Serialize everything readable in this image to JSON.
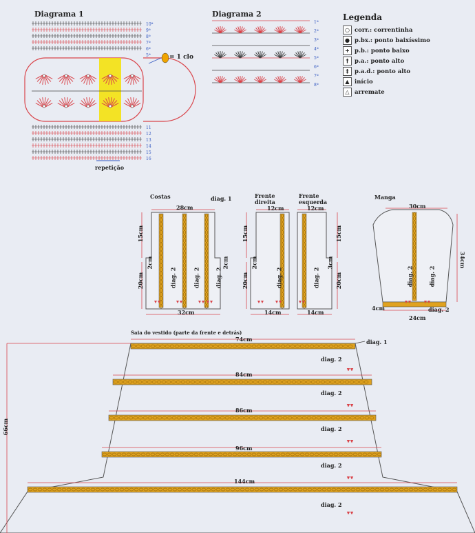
{
  "diagram1": {
    "title": "Diagrama 1",
    "clo_label": "= 1 clo",
    "repeat_label": "repetição",
    "row_numbers_top": [
      "10ª",
      "9ª",
      "8ª",
      "7ª",
      "6ª",
      "5ª"
    ],
    "row_numbers_bottom": [
      "11",
      "12",
      "13",
      "14",
      "15",
      "16"
    ]
  },
  "diagram2": {
    "title": "Diagrama 2",
    "row_numbers": [
      "1ª",
      "2ª",
      "3ª",
      "4ª",
      "5ª",
      "6ª",
      "7ª",
      "8ª"
    ]
  },
  "legend": {
    "title": "Legenda",
    "items": [
      {
        "symbol": "○",
        "label": "corr.: correntinha"
      },
      {
        "symbol": "●",
        "label": "p.bx.: ponto baixíssimo"
      },
      {
        "symbol": "+",
        "label": "p.b.: ponto baixo"
      },
      {
        "symbol": "†",
        "label": "p.a.: ponto alto"
      },
      {
        "symbol": "‡",
        "label": "p.a.d.: ponto alto"
      },
      {
        "symbol": "▲",
        "label": "início"
      },
      {
        "symbol": "△",
        "label": "arremate"
      }
    ]
  },
  "pieces": {
    "costas": {
      "title": "Costas",
      "top": "28cm",
      "bottom": "32cm",
      "side_h": "15cm",
      "side_l": "20cm",
      "step": "2cm",
      "diag1": "diag. 1",
      "diag2": "diag. 2"
    },
    "frente_direita": {
      "title": "Frente direita",
      "top": "12cm",
      "bottom": "14cm",
      "side_h": "15cm",
      "side_l": "20cm",
      "step": "2cm",
      "diag2": "diag. 2"
    },
    "frente_esquerda": {
      "title": "Frente esquerda",
      "top": "12cm",
      "bottom": "14cm",
      "side_h": "15cm",
      "side_l": "20cm",
      "step": "3cm",
      "diag2": "diag. 2"
    },
    "manga": {
      "title": "Manga",
      "top": "30cm",
      "bottom": "24cm",
      "side": "34cm",
      "cuff": "4cm",
      "diag2": "diag. 2"
    }
  },
  "skirt": {
    "title": "Saia do vestido (parte da frente e detrás)",
    "height": "66cm",
    "diag1": "diag. 1",
    "diag2": "diag. 2",
    "tiers": [
      "74cm",
      "84cm",
      "86cm",
      "96cm",
      "144cm"
    ]
  },
  "colors": {
    "red": "#d9444a",
    "gold": "#e0a21f",
    "line": "#555555",
    "bg": "#e9ecf3"
  }
}
